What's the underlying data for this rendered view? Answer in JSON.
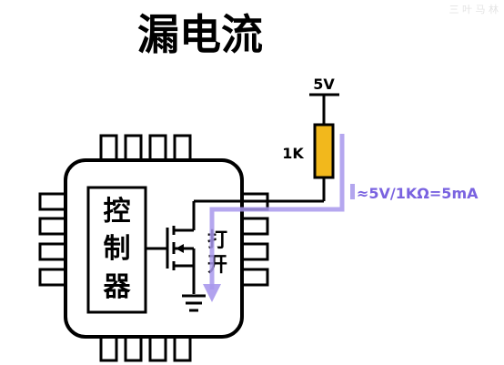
{
  "title": "漏电流",
  "watermark": "三 叶 马 林",
  "supply_label": "5V",
  "resistor_label": "1K",
  "current_label": "≈5V/1KΩ=5mA",
  "controller_chars": [
    "控",
    "制",
    "器"
  ],
  "switch_chars": [
    "打",
    "开"
  ],
  "colors": {
    "current_arrow": "#b3a6ee",
    "current_text": "#7a63e0",
    "resistor_fill": "#f2b81c"
  }
}
